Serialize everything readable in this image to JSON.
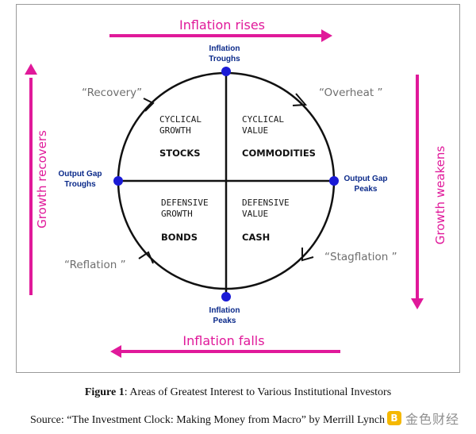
{
  "diagram": {
    "top_arrow_label": "Inflation rises",
    "bottom_arrow_label": "Inflation falls",
    "left_arrow_label": "Growth recovers",
    "right_arrow_label": "Growth weakens",
    "points": {
      "top": [
        "Inflation",
        "Troughs"
      ],
      "bottom": [
        "Inflation",
        "Peaks"
      ],
      "left": [
        "Output Gap",
        "Troughs"
      ],
      "right": [
        "Output Gap",
        "Peaks"
      ]
    },
    "quadrants": {
      "top_left": {
        "line1": "CYCLICAL",
        "line2": "GROWTH",
        "asset": "STOCKS"
      },
      "top_right": {
        "line1": "CYCLICAL",
        "line2": "VALUE",
        "asset": "COMMODITIES"
      },
      "bottom_left": {
        "line1": "DEFENSIVE",
        "line2": "GROWTH",
        "asset": "BONDS"
      },
      "bottom_right": {
        "line1": "DEFENSIVE",
        "line2": "VALUE",
        "asset": "CASH"
      }
    },
    "phases": {
      "recovery": "“Recovery”",
      "overheat": "“Overheat ”",
      "stagflation": "“Stagflation ”",
      "reflation": "“Reflation ”"
    },
    "colors": {
      "accent": "#e0199a",
      "point": "#1a1ad6"
    }
  },
  "caption": {
    "label": "Figure 1",
    "text": ": Areas of Greatest Interest to Various Institutional  Investors"
  },
  "source": "Source: “The Investment Clock: Making Money from Macro” by Merrill Lynch",
  "watermark": {
    "logo": "B",
    "text": "金色财经"
  }
}
